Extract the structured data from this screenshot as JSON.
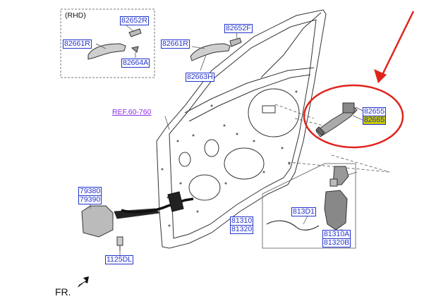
{
  "diagram": {
    "rhd_note": "(RHD)",
    "ref_link": "REF.60-760",
    "front_label": "FR.",
    "accent_color": "#2233cc",
    "highlight_color": "#c8c800",
    "annotation_color": "#e0241c",
    "parts": {
      "p82652R": "82652R",
      "p82661R_left": "82661R",
      "p82664A": "82664A",
      "p82652F": "82652F",
      "p82661R_right": "82661R",
      "p82663H": "82663H",
      "p82655": "82655",
      "p82665": "82665",
      "p79380": "79380",
      "p79390": "79390",
      "p1125DL": "1125DL",
      "p81310": "81310",
      "p81320": "81320",
      "p813D1": "813D1",
      "p81310A": "81310A",
      "p81320B": "81320B"
    }
  }
}
